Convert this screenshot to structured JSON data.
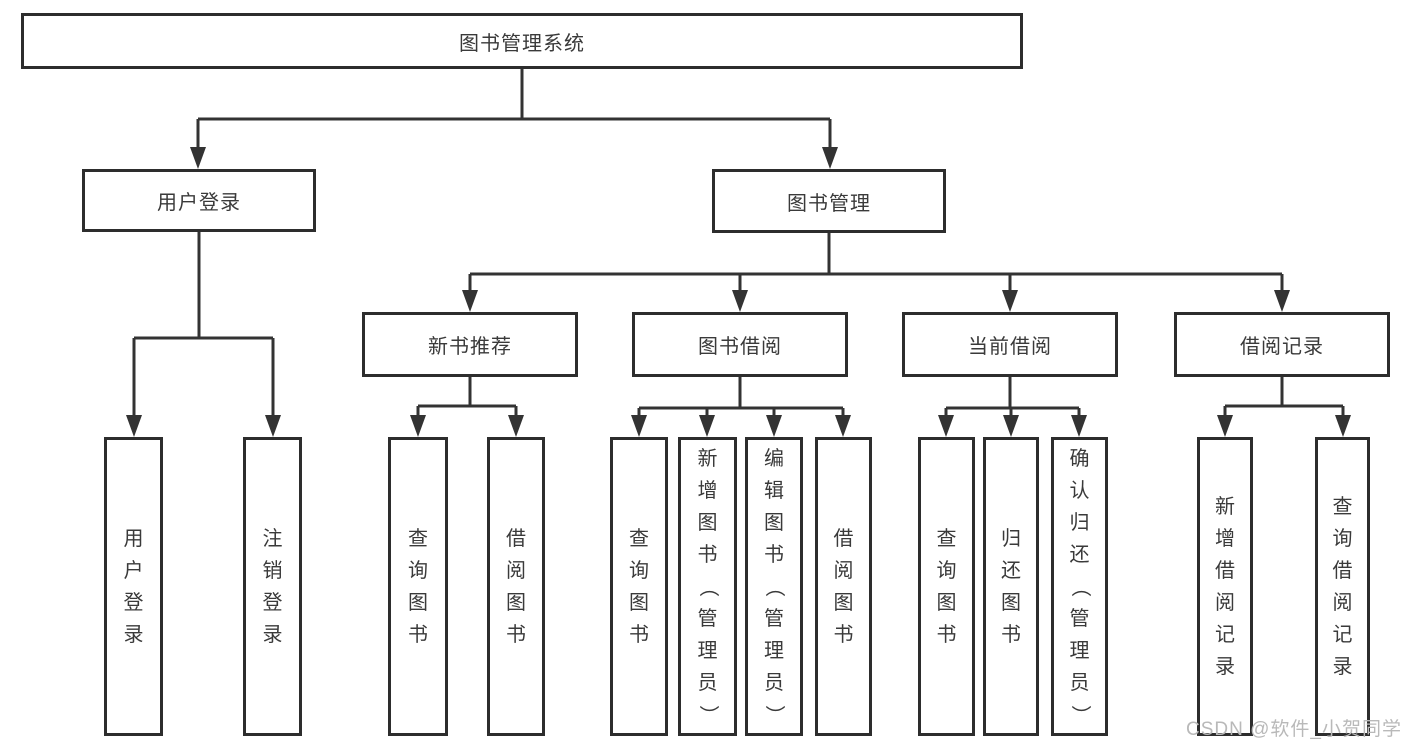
{
  "nodes": {
    "root": "图书管理系统",
    "user_login_group": "用户登录",
    "book_management": "图书管理",
    "new_book_recommend": "新书推荐",
    "book_borrowing": "图书借阅",
    "current_borrowing": "当前借阅",
    "borrowing_records": "借阅记录",
    "leaves": [
      "用户登录",
      "注销登录",
      "查询图书",
      "借阅图书",
      "查询图书",
      "新增图书（管理员）",
      "编辑图书（管理员）",
      "借阅图书",
      "查询图书",
      "归还图书",
      "确认归还（管理员）",
      "新增借阅记录",
      "查询借阅记录"
    ]
  },
  "watermark": "CSDN @软件_小贺同学",
  "colors": {
    "line": "#333333",
    "box_border": "#2d2d2d",
    "text": "#3a3a3a",
    "watermark": "#b9b9b9",
    "background": "#ffffff"
  }
}
